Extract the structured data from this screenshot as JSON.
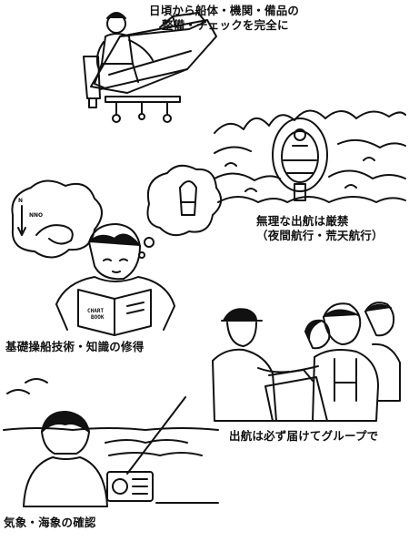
{
  "captions": {
    "maintenance": {
      "line1": "日頃から船体・機関・備品の",
      "line2": "整備・チェックを完全に"
    },
    "rough_sea": {
      "line1": "無理な出航は厳禁",
      "line2": "（夜間航行・荒天航行）"
    },
    "study": {
      "line1": "基礎操船技術・知識の修得"
    },
    "departure": {
      "line1": "出航は必ず届けてグループで"
    },
    "weather": {
      "line1": "気象・海象の確認"
    }
  },
  "illustration_text": {
    "book_cover_line1": "CHART",
    "book_cover_line2": "BOOK",
    "compass_label": "N",
    "thought_label": "NNO"
  }
}
